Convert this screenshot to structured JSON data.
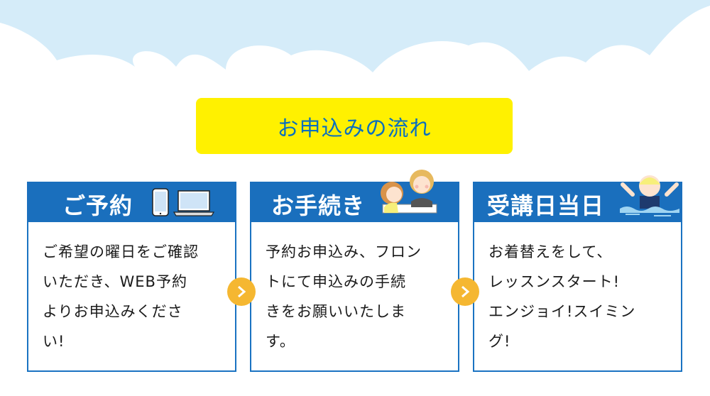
{
  "header": {
    "title": "お申込みの流れ"
  },
  "colors": {
    "sky": "#d5ecf9",
    "title_bg": "#fff100",
    "title_text": "#0a6fbf",
    "card_header": "#1a6fbd",
    "card_border": "#1a73c2",
    "arrow": "#f5b731"
  },
  "steps": [
    {
      "label": "ご予約",
      "icon": "smartphone-laptop-icon",
      "body": "ご希望の曜日をご確認\nいただき、WEB予約\nよりお申込みくださ\nい!"
    },
    {
      "label": "お手続き",
      "icon": "front-desk-staff-illustration",
      "body": "予約お申込み、フロン\nトにて申込みの手続\nきをお願いいたしま\nす。"
    },
    {
      "label": "受講日当日",
      "icon": "swimmer-child-illustration",
      "body": "お着替えをして、\nレッスンスタート!\nエンジョイ!スイミン\nグ!"
    }
  ],
  "arrows": [
    {
      "icon": "chevron-right-icon"
    },
    {
      "icon": "chevron-right-icon"
    }
  ]
}
